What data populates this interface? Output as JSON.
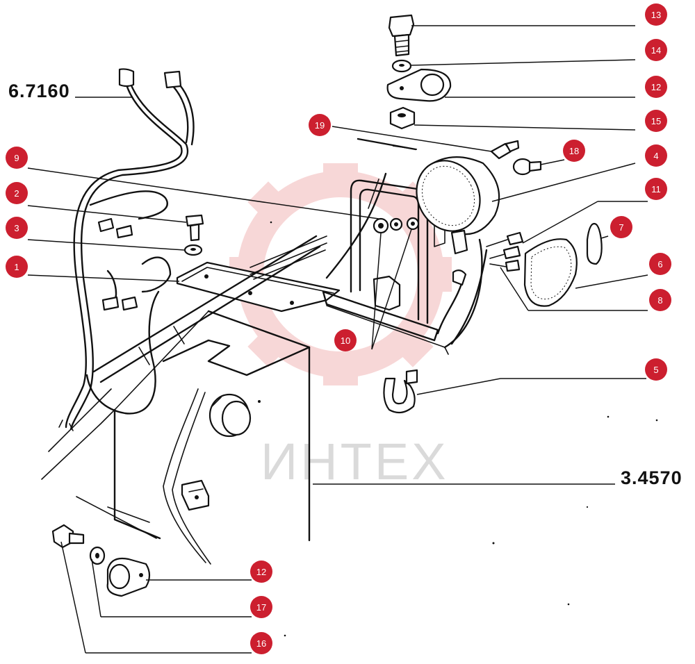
{
  "part_codes": [
    "6.7160",
    "3.4570"
  ],
  "callouts": [
    "13",
    "14",
    "12",
    "15",
    "19",
    "18",
    "4",
    "9",
    "11",
    "7",
    "2",
    "3",
    "6",
    "1",
    "8",
    "10",
    "5",
    "12",
    "17",
    "16"
  ],
  "watermark": {
    "text": "ИНТЕХ",
    "color": "#f2b8b8"
  },
  "colors": {
    "callout_fill": "#cc1f2f",
    "line": "#111111"
  }
}
